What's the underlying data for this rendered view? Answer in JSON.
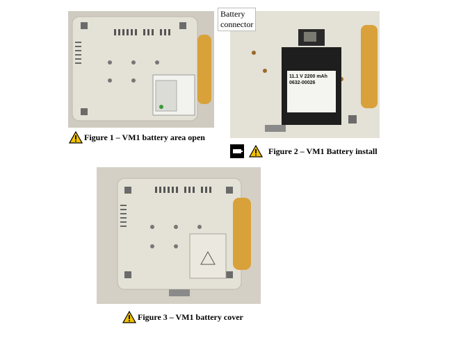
{
  "figures": [
    {
      "caption": "Figure 1 – VM1 battery area open"
    },
    {
      "caption": "Figure 2 – VM1 Battery install",
      "callout": [
        "Battery",
        "connector"
      ]
    },
    {
      "caption": "Figure 3 – VM1 battery cover"
    }
  ],
  "label_text": {
    "battery_label_line1": "11.1 V  2200 mAh",
    "battery_label_line2": "0632-00026"
  },
  "icons": {
    "warning": "warning-triangle-icon",
    "battery_instructions": "battery-instructions-icon"
  },
  "colors": {
    "device_body": "#e4e1d6",
    "handle": "#d9a13a",
    "warning_yellow": "#f2c200"
  }
}
